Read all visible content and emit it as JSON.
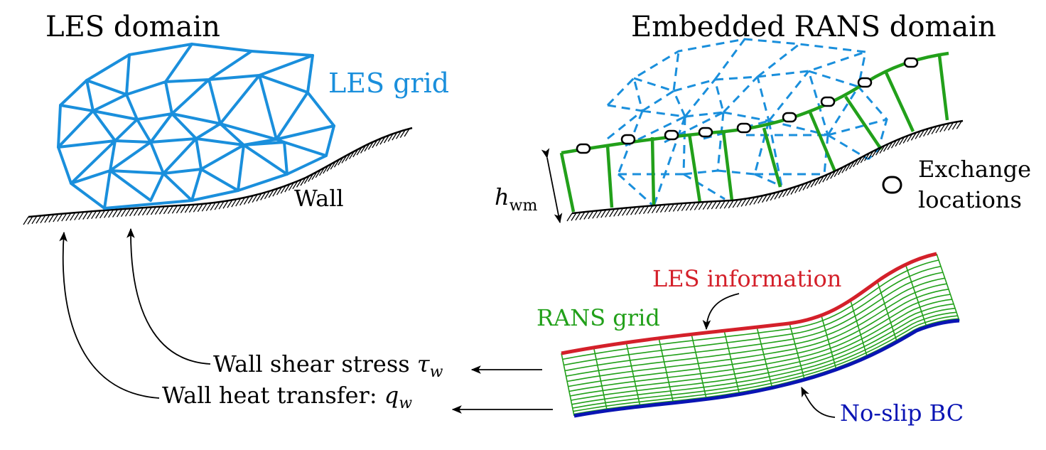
{
  "left_panel": {
    "title": "LES domain",
    "grid_label": "LES grid",
    "wall_label": "Wall"
  },
  "right_panel": {
    "title": "Embedded RANS domain",
    "height_label": "h",
    "height_subscript": "wm",
    "exchange_label_line1": "Exchange",
    "exchange_label_line2": "locations"
  },
  "bottom_panel": {
    "les_info_label": "LES information",
    "rans_grid_label": "RANS grid",
    "noslip_label": "No-slip BC"
  },
  "outputs": {
    "shear_label": "Wall shear stress ",
    "shear_symbol": "τ",
    "shear_sub": "w",
    "heat_label": "Wall heat transfer: ",
    "heat_symbol": "q",
    "heat_sub": "w"
  },
  "colors": {
    "les_blue": "#1a8fdc",
    "rans_green": "#22a01a",
    "les_info_red": "#d4202a",
    "noslip_blue": "#0a14b4"
  }
}
